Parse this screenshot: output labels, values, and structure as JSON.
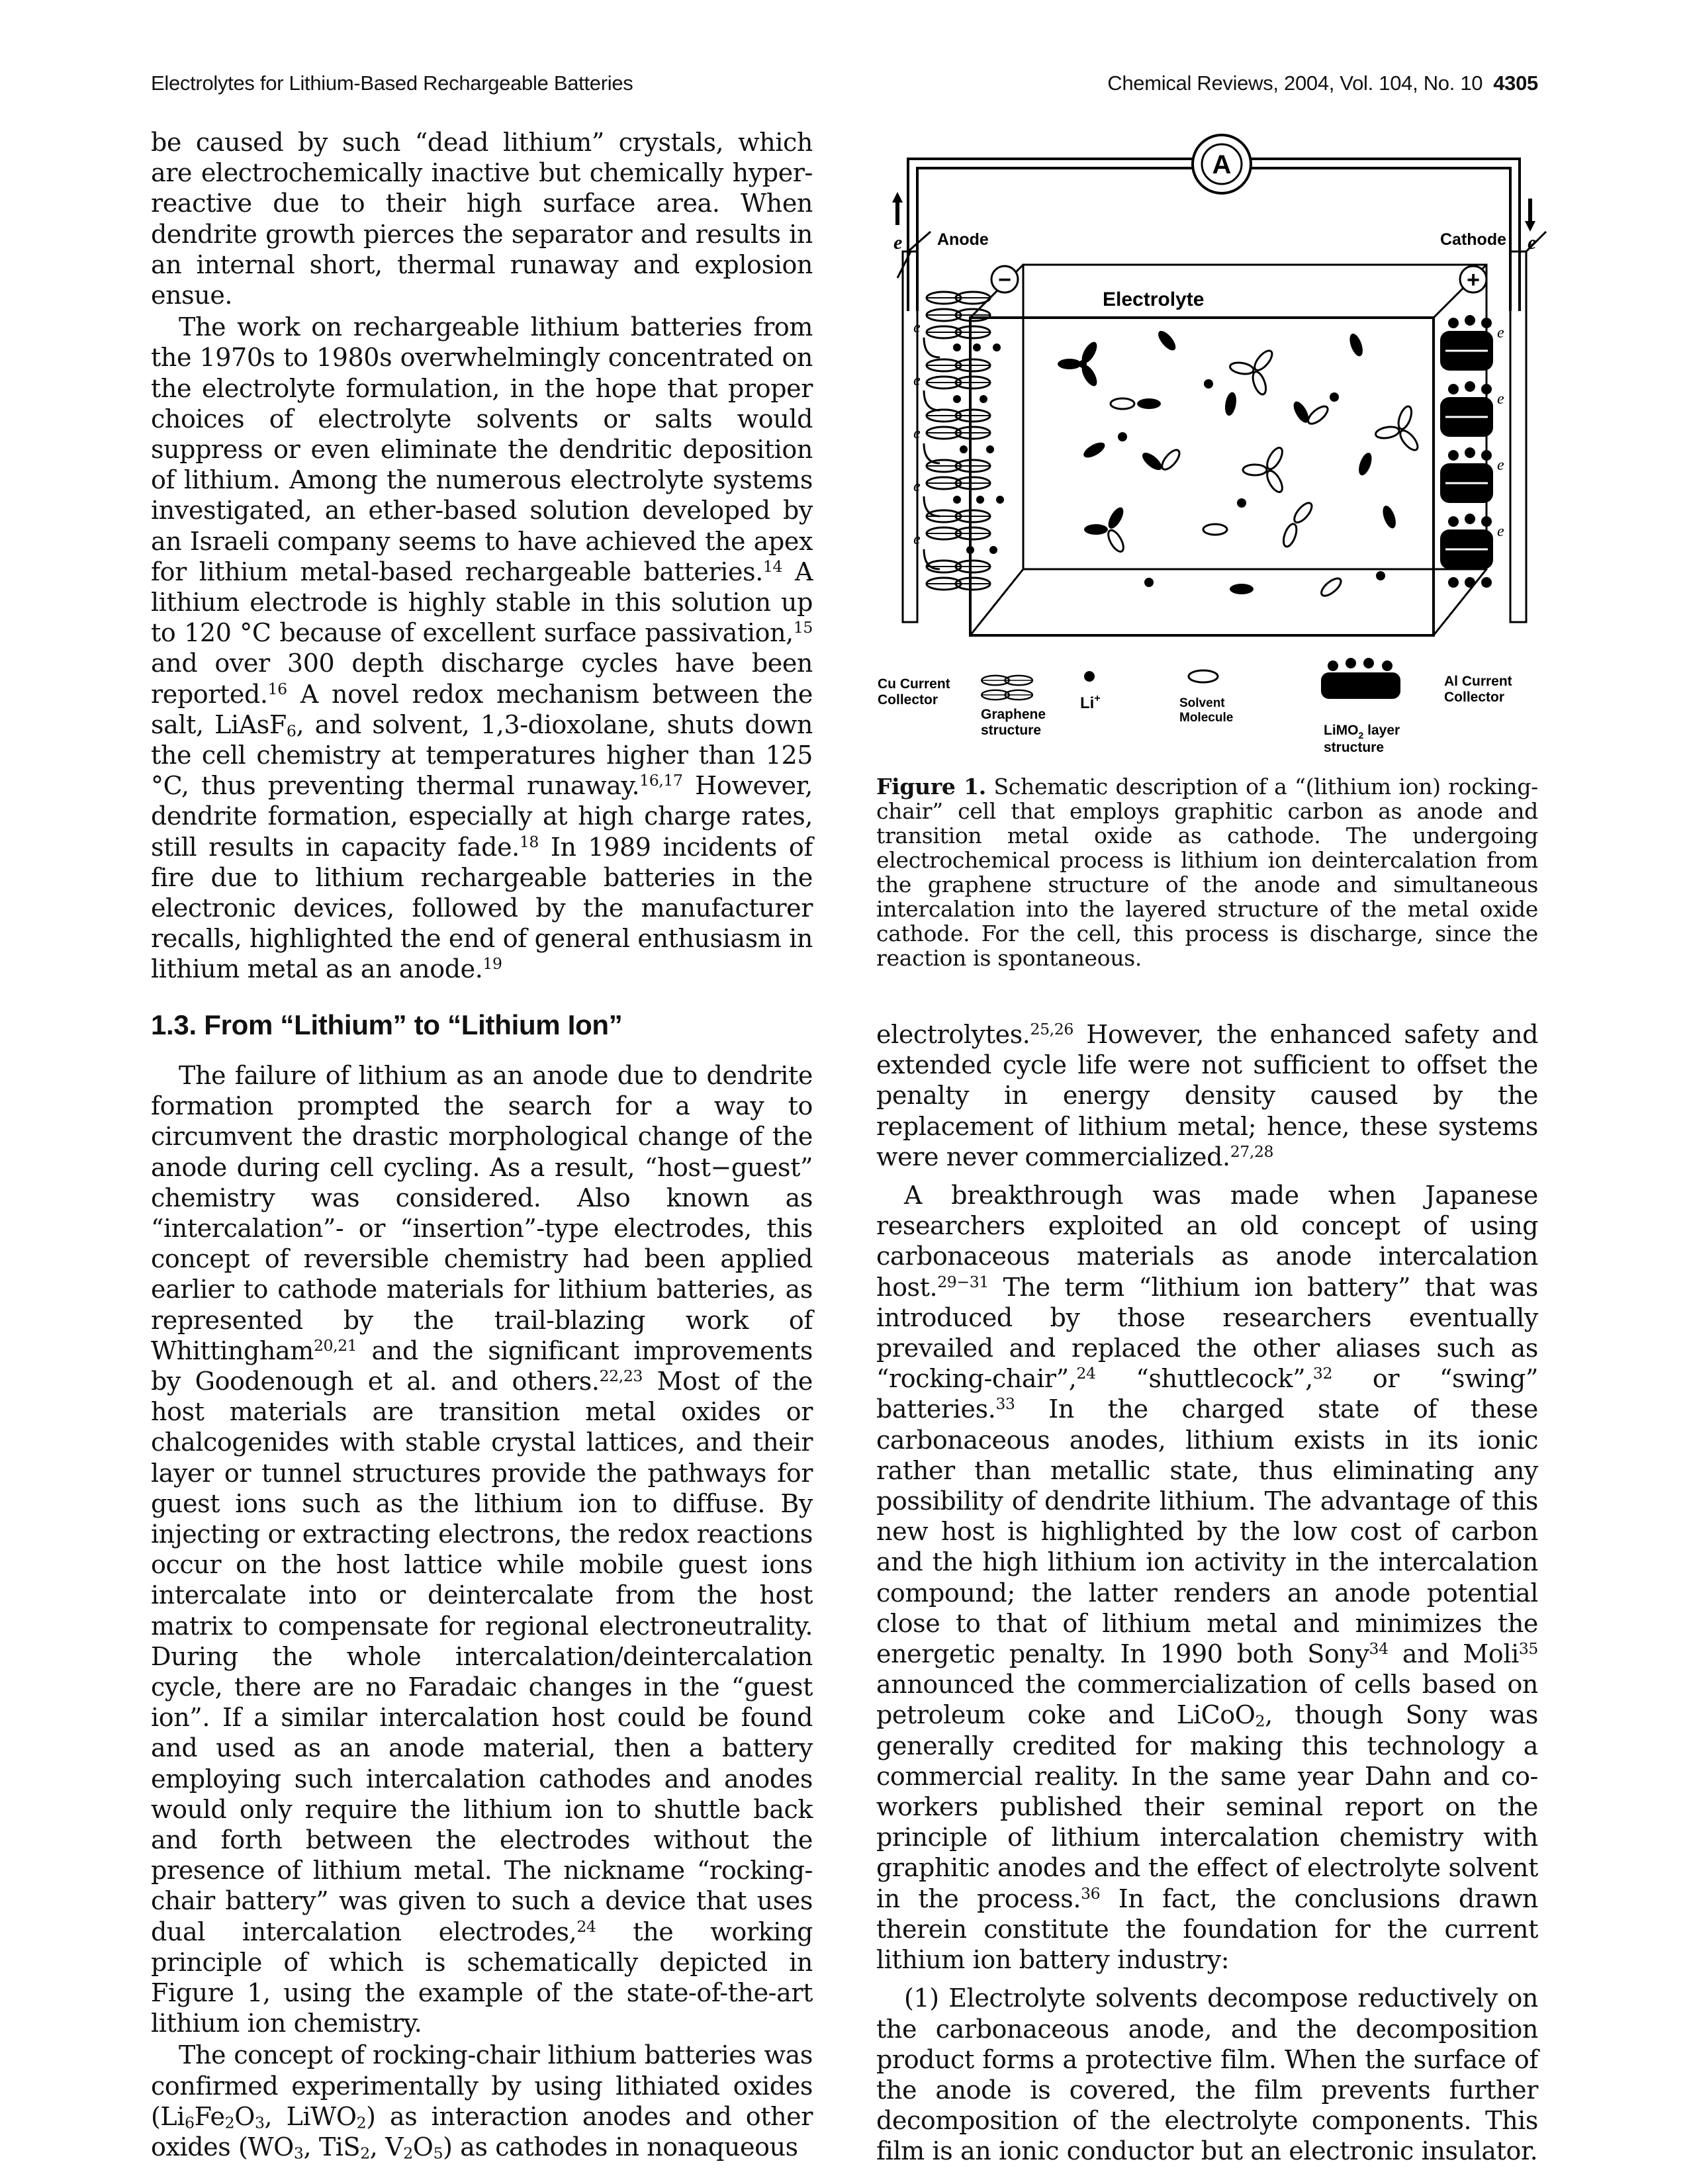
{
  "header": {
    "running_title": "Electrolytes for Lithium-Based Rechargeable Batteries",
    "journal": "Chemical Reviews, 2004, Vol. 104, No. 10",
    "page_number": "4305"
  },
  "left_column": {
    "p1": "be caused by such “dead lithium” crystals, which are electrochemically inactive but chemically hyper-reactive due to their high surface area. When dendrite growth pierces the separator and results in an internal short, thermal runaway and explosion ensue.",
    "p2": "The work on rechargeable lithium batteries from the 1970s to 1980s overwhelmingly concentrated on the electrolyte formulation, in the hope that proper choices of electrolyte solvents or salts would suppress or even eliminate the dendritic deposition of lithium. Among the numerous electrolyte systems investigated, an ether-based solution developed by an Israeli company seems to have achieved the apex for lithium metal-based rechargeable batteries.",
    "p2_ref1": "14",
    "p2b": " A lithium electrode is highly stable in this solution up to 120 °C because of excellent surface passivation,",
    "p2_ref2": "15",
    "p2c": " and over 300 depth discharge cycles have been reported.",
    "p2_ref3": "16",
    "p2d": " A novel redox mechanism between the salt, LiAsF",
    "p2_sub1": "6",
    "p2e": ", and solvent, 1,3-dioxolane, shuts down the cell chemistry at temperatures higher than 125 °C, thus preventing thermal runaway.",
    "p2_ref4": "16,17",
    "p2f": " However, dendrite formation, especially at high charge rates, still results in capacity fade.",
    "p2_ref5": "18",
    "p2g": " In 1989 incidents of fire due to lithium rechargeable batteries in the electronic devices, followed by the manufacturer recalls, highlighted the end of general enthusiasm in lithium metal as an anode.",
    "p2_ref6": "19",
    "section_heading": "1.3. From “Lithium” to “Lithium Ion”",
    "p3a": "The failure of lithium as an anode due to dendrite formation prompted the search for a way to circumvent the drastic morphological change of the anode during cell cycling. As a result, “host−guest” chemistry was considered. Also known as “intercalation”- or “insertion”-type electrodes, this concept of reversible chemistry had been applied earlier to cathode materials for lithium batteries, as represented by the trail-blazing work of Whittingham",
    "p3_ref1": "20,21",
    "p3b": " and the significant improvements by Goodenough et al. and others.",
    "p3_ref2": "22,23",
    "p3c": " Most of the host materials are transition metal oxides or chalcogenides with stable crystal lattices, and their layer or tunnel structures provide the pathways for guest ions such as the lithium ion to diffuse. By injecting or extracting electrons, the redox reactions occur on the host lattice while mobile guest ions intercalate into or deintercalate from the host matrix to compensate for regional electroneutrality. During the whole intercalation/deintercalation cycle, there are no Faradaic changes in the “guest ion”. If a similar intercalation host could be found and used as an anode material, then a battery employing such intercalation cathodes and anodes would only require the lithium ion to shuttle back and forth between the electrodes without the presence of lithium metal. The nickname “rocking-chair battery” was given to such a device that uses dual intercalation electrodes,",
    "p3_ref3": "24",
    "p3d": " the working principle of which is schematically depicted in Figure 1, using the example of the state-of-the-art lithium ion chemistry.",
    "p4a": "The concept of rocking-chair lithium batteries was confirmed experimentally by using lithiated oxides (Li",
    "p4_s1": "6",
    "p4b": "Fe",
    "p4_s2": "2",
    "p4c": "O",
    "p4_s3": "3",
    "p4d": ", LiWO",
    "p4_s4": "2",
    "p4e": ") as interaction anodes and other oxides (WO",
    "p4_s5": "3",
    "p4f": ", TiS",
    "p4_s6": "2",
    "p4g": ", V",
    "p4_s7": "2",
    "p4h": "O",
    "p4_s8": "5",
    "p4i": ") as cathodes in nonaqueous"
  },
  "figure": {
    "ammeter": "A",
    "electron_left": "e",
    "electron_right": "e",
    "anode_label": "Anode",
    "cathode_label": "Cathode",
    "electrolyte_label": "Electrolyte",
    "minus": "−",
    "plus": "+",
    "cu_collector": "Cu Current Collector",
    "graphene": "Graphene structure",
    "li_ion": "Li",
    "li_sup": "+",
    "solvent": "Solvent Molecule",
    "limo2": "LiMO",
    "limo2_sub": "2",
    "limo2_rest": " layer structure",
    "al_collector": "Al Current Collector",
    "caption_label": "Figure 1.",
    "caption_text": " Schematic description of a “(lithium ion) rocking-chair” cell that employs graphitic carbon as anode and transition metal oxide as cathode. The undergoing electrochemical process is lithium ion deintercalation from the graphene structure of the anode and simultaneous intercalation into the layered structure of the metal oxide cathode. For the cell, this process is discharge, since the reaction is spontaneous."
  },
  "right_column": {
    "p1a": "electrolytes.",
    "p1_ref1": "25,26",
    "p1b": " However, the enhanced safety and extended cycle life were not sufficient to offset the penalty in energy density caused by the replacement of lithium metal; hence, these systems were never commercialized.",
    "p1_ref2": "27,28",
    "p2a": "A breakthrough was made when Japanese researchers exploited an old concept of using carbonaceous materials as anode intercalation host.",
    "p2_ref1": "29−31",
    "p2b": " The term “lithium ion battery” that was introduced by those researchers eventually prevailed and replaced the other aliases such as “rocking-chair”,",
    "p2_ref2": "24",
    "p2c": " “shuttlecock”,",
    "p2_ref3": "32",
    "p2d": " or “swing” batteries.",
    "p2_ref4": "33",
    "p2e": " In the charged state of these carbonaceous anodes, lithium exists in its ionic rather than metallic state, thus eliminating any possibility of dendrite lithium. The advantage of this new host is highlighted by the low cost of carbon and the high lithium ion activity in the intercalation compound; the latter renders an anode potential close to that of lithium metal and minimizes the energetic penalty. In 1990 both Sony",
    "p2_ref5": "34",
    "p2f": " and Moli",
    "p2_ref6": "35",
    "p2g": " announced the commercialization of cells based on petroleum coke and LiCoO",
    "p2_sub1": "2",
    "p2h": ", though Sony was generally credited for making this technology a commercial reality. In the same year Dahn and co-workers published their seminal report on the principle of lithium intercalation chemistry with graphitic anodes and the effect of electrolyte solvent in the process.",
    "p2_ref7": "36",
    "p2i": " In fact, the conclusions drawn therein constitute the foundation for the current lithium ion battery industry:",
    "p3": "(1) Electrolyte solvents decompose reductively on the carbonaceous anode, and the decomposition product forms a protective film. When the surface of the anode is covered, the film prevents further decomposition of the electrolyte components. This film is an ionic conductor but an electronic insulator."
  }
}
